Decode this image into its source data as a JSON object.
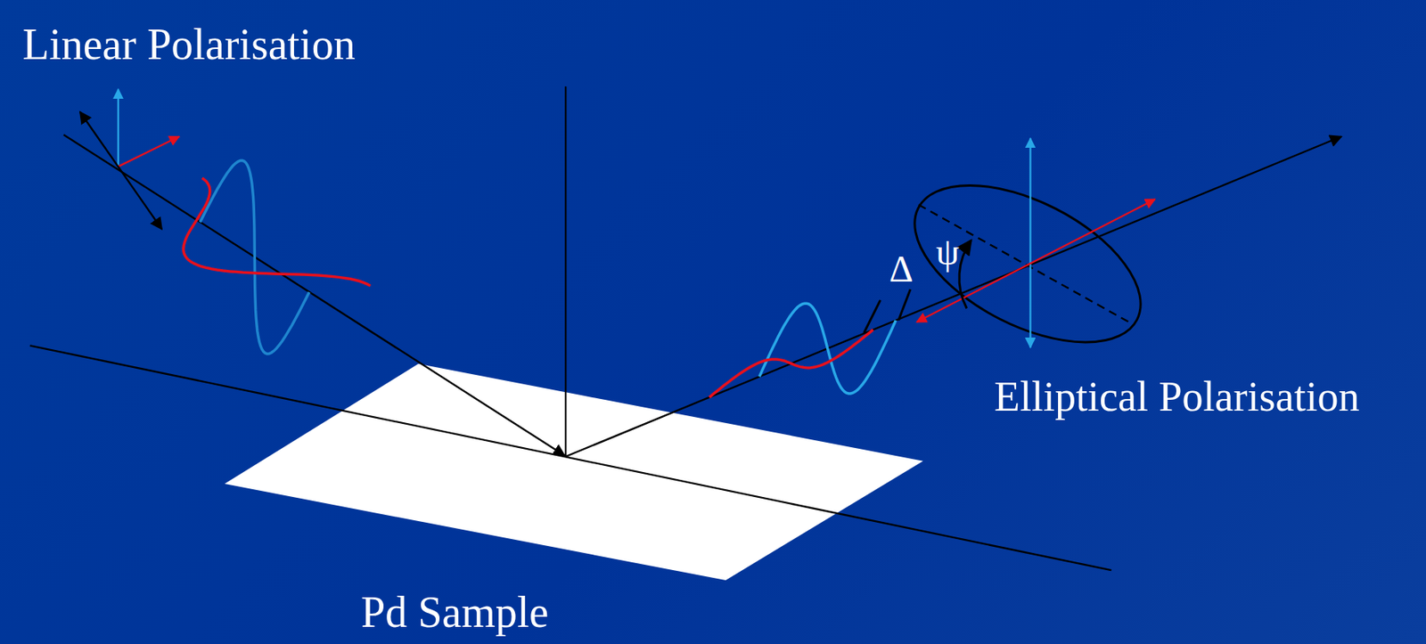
{
  "diagram": {
    "labels": [
      "Linear Polarisation",
      "Pd Sample",
      "Δ",
      "ψ",
      "Elliptical Polarisation"
    ]
  }
}
